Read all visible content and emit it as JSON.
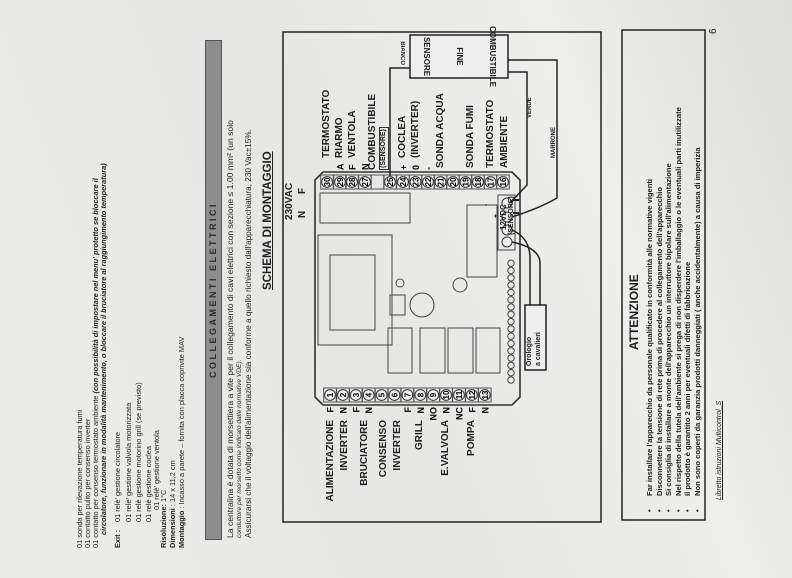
{
  "specs": {
    "lines": [
      "01 sonda per rilevazione temperatura fumi",
      "01 contatto pulito per consenso inverter"
    ],
    "thermostat_plain": "01 contatto per consenso termostato ambiente ",
    "thermostat_bold": "(con possibilità  di impostare nel menu' protetto se bloccare il",
    "thermostat_cont": "circolatore, funzionare in modalità mantenimento, o bloccare il bruciatore al raggiungimento temperatura)",
    "exit_label": "Exit  :",
    "exit_items": [
      "01 relè' gestione circolatore",
      "01 relè' gestione valvola motorizzata",
      "01 relè gestione motorino grill (se previsto)",
      "01 relè gestione coclea",
      "01 relè' gestione ventola"
    ],
    "resolution_label": "Risoluzione:",
    "resolution_value": " 1°C",
    "dimensions_label": "Dimensioni",
    "dimensions_value": " : 14 x 11,2 cm",
    "mounting_label": "Montaggio",
    "mounting_value": " :  Incasso a parete – fornita con placca coprivite MAV"
  },
  "section": {
    "title": "COLLEGAMENTI ELETTRICI",
    "para1": "La centralina è dotata di morsettiera a vite per il collegamento di cavi elettrici con sezione ≤ 1.00 mm² (un solo",
    "para2": "conduttore per morsetto come indicato dalle normative VDE).",
    "para3": "Assicurarsi che il voltaggio dell'alimentazione sia conforme a quello richiesto dall'apparecchiatura, 230 Vac±15%."
  },
  "diagram": {
    "title": "SCHEMA DI MONTAGGIO",
    "supply": "230VAC",
    "supply_n": "N",
    "supply_f": "F",
    "left_terminals": [
      {
        "n": "1",
        "pol": "F"
      },
      {
        "n": "2",
        "pol": "N"
      },
      {
        "n": "3",
        "pol": "F"
      },
      {
        "n": "4",
        "pol": "N"
      },
      {
        "n": "5",
        "pol": ""
      },
      {
        "n": "6",
        "pol": ""
      },
      {
        "n": "7",
        "pol": "F"
      },
      {
        "n": "8",
        "pol": "N"
      },
      {
        "n": "9",
        "pol": "NO"
      },
      {
        "n": "10",
        "pol": "N"
      },
      {
        "n": "11",
        "pol": "NC"
      },
      {
        "n": "12",
        "pol": "F"
      },
      {
        "n": "13",
        "pol": "N"
      }
    ],
    "left_labels": [
      "ALIMENTAZIONE",
      "INVERTER",
      "BRUCIATORE",
      "CONSENSO",
      "INVERTER",
      "GRILL",
      "E.VALVOLA",
      "POMPA"
    ],
    "right_terminals": [
      {
        "n": "30",
        "pol": ""
      },
      {
        "n": "29",
        "pol": "A"
      },
      {
        "n": "28",
        "pol": "F"
      },
      {
        "n": "27",
        "pol": "N"
      },
      {
        "n": "25",
        "pol": ""
      },
      {
        "n": "24",
        "pol": "+"
      },
      {
        "n": "23",
        "pol": "0"
      },
      {
        "n": "22",
        "pol": "-"
      },
      {
        "n": "21",
        "pol": ""
      },
      {
        "n": "20",
        "pol": ""
      },
      {
        "n": "19",
        "pol": ""
      },
      {
        "n": "18",
        "pol": ""
      },
      {
        "n": "17",
        "pol": ""
      },
      {
        "n": "16",
        "pol": ""
      }
    ],
    "right_labels": [
      "TERMOSTATO",
      "RIARMO",
      "VENTOLA",
      "COMBUSTIBILE",
      "COCLEA",
      "(INVERTER)",
      "SONDA ACQUA",
      "SONDA FUMI",
      "TERMOSTATO",
      "AMBIENTE"
    ],
    "sensor_note": "(SENSORE)",
    "sensor_box": [
      "SENSORE",
      "FINE",
      "COMBUSTIBILE"
    ],
    "wire_white": "BIANCO",
    "wire_green": "VERDE",
    "wire_brown": "MARRONE",
    "dc_minus": "-",
    "dc_plus": "+",
    "dc_label": "12VDC",
    "dc_note": "(SENSORE)",
    "clock": [
      "Orologio",
      "a cavalieri"
    ]
  },
  "warning": {
    "title": "ATTENZIONE",
    "bullet": "•",
    "items": [
      "Far installare l'apparecchio da personale qualificato in conformità alle normative vigenti",
      "Disconnettere la tensione di rete prima di procedere al collegamento dell'apparecchio",
      "Si consiglia  di installare a   monte dell'apparecchio un interruttore bipolare  sull'alimentazione",
      "Nel rispetto della tutela dell'ambiente si prega di non disperdere l'imballaggio o le eventuali parti inutilizzate",
      "Il prodotto è garantito 2 anni per eventuali difetti di fabbricazione",
      "Non sono coperti da garanzia prodotti  danneggiati ( anche accidentalmente) a causa  di imperizia"
    ]
  },
  "footer": {
    "manual": "Libretto istruzioni Multicontrol_S",
    "page_number": "6"
  }
}
